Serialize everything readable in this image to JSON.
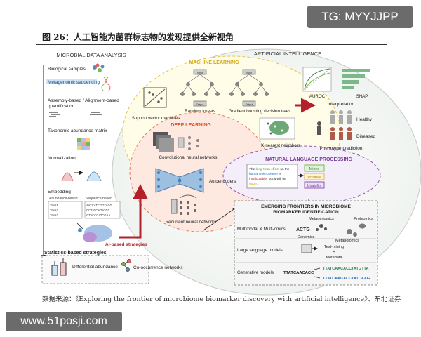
{
  "watermarks": {
    "top": "TG: MYYJJPP",
    "bottom": "www.51posji.com"
  },
  "figure_title": "图 26：人工智能为菌群标志物的发现提供全新视角",
  "source": "数据来源：《Exploring the frontier of microbiome biomarker discovery with artificial intelligence》、东北证券",
  "left_panel": {
    "header": "MICROBIAL DATA ANALYSIS",
    "steps": [
      "Biological samples",
      "Metagenomic sequencing",
      "Assembly-based / Alignment-based",
      "quantification",
      "Taxonomic abundance matrix",
      "Normalization",
      "Embedding"
    ],
    "embedding_labels": [
      "Abundance-based",
      "Sequence-based"
    ],
    "table_rows": [
      "Taxa1",
      "Taxa2",
      "Taxa3"
    ],
    "sequences": [
      "AATCATCGGTACG",
      "CCTATCAGATCC",
      "GTACCCATCGAA"
    ],
    "stats_header": "Statistics-based strategies",
    "stats_items": [
      "Differential abundance",
      "Co-occurrence networks"
    ],
    "ai_label": "AI-based strategies"
  },
  "right_panel": {
    "header": "ARTIFICIAL INTELLIGENCE",
    "ml": {
      "title": "MACHINE LEARNING",
      "items": [
        "Support vector machines",
        "Random forests",
        "Gradient boosting decision trees",
        "K-nearest neighbors"
      ]
    },
    "dl": {
      "title": "DEEP LEARNING",
      "items": [
        "Convolutional neural networks",
        "Autoencoders",
        "Recurrent neural networks"
      ]
    },
    "nlp": {
      "title": "NATURAL LANGUAGE PROCESSING",
      "text_parts": [
        "The ",
        "long-term effect",
        " on the ",
        "human microbiome",
        " is ",
        "incalculable",
        ", but it will be ",
        "huge",
        "."
      ],
      "tags": [
        "Mixed",
        "Positive",
        "Usability"
      ]
    },
    "outputs": {
      "interpretation": "Interpretation",
      "auroc": "AUROC",
      "shap": "SHAP",
      "healthy": "Healthy",
      "diseased": "Diseased",
      "phenotype": "Phenotype prediction"
    },
    "emerging": {
      "title_line1": "EMERGING FRONTIERS IN MICROBIOME",
      "title_line2": "BIOMARKER IDENTIFICATION",
      "rows": [
        "Multimodal & Multi-omics",
        "Large language models",
        "Generative models"
      ],
      "omics": [
        "Metagenomics",
        "Proteomics",
        "Genomics",
        "Metabolomics"
      ],
      "llm": [
        "Text-mining",
        "+",
        "Metadata"
      ],
      "gen_input": "TTATCAACACC",
      "gen_outputs": [
        "TTATCAACACCTATGTTA",
        "TTATCAACACCTATCAAG"
      ],
      "node_labels": {
        "input": "Input",
        "output": "Output"
      }
    }
  }
}
